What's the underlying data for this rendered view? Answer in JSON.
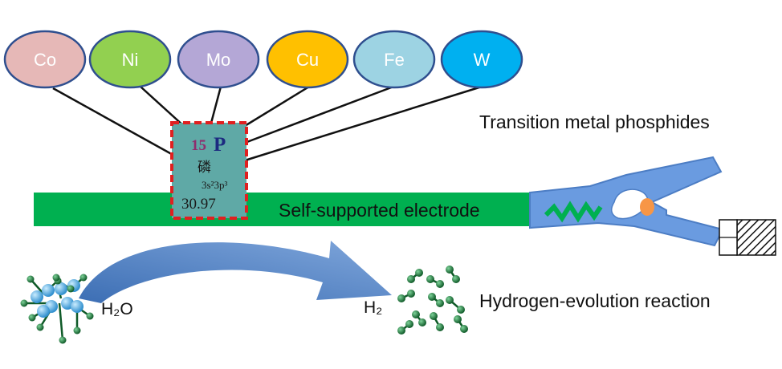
{
  "metals": [
    {
      "symbol": "Co",
      "color": "#E6B8B7"
    },
    {
      "symbol": "Ni",
      "color": "#92D050"
    },
    {
      "symbol": "Mo",
      "color": "#B4A7D6"
    },
    {
      "symbol": "Cu",
      "color": "#FFC000"
    },
    {
      "symbol": "Fe",
      "color": "#9DD3E3"
    },
    {
      "symbol": "W",
      "color": "#00B0F0"
    }
  ],
  "phosphorus_tile": {
    "atomic_number": "15",
    "symbol": "P",
    "chinese_name": "磷",
    "electron_config": "3s²3p³",
    "atomic_mass": "30.97"
  },
  "labels": {
    "tmp": "Transition metal phosphides",
    "electrode": "Self-supported electrode",
    "her": "Hydrogen-evolution reaction",
    "water": "H₂O",
    "hydrogen": "H₂"
  },
  "colors": {
    "electrode": "#00B050",
    "clamp": "#6A9BE0",
    "arrow": "#4A7EC2",
    "tile_bg": "#5FA9A6",
    "tile_border": "#E02020",
    "molecule_green": "#1E7A3A",
    "molecule_blue": "#5BB8E8"
  }
}
